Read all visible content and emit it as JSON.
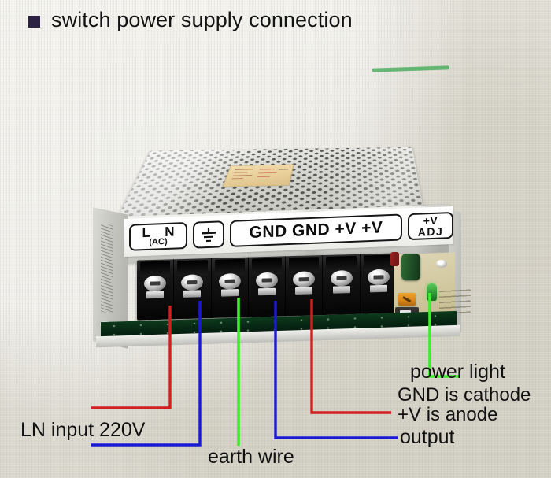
{
  "header": {
    "bullet_icon": "square-bullet-icon",
    "title": "switch power supply connection"
  },
  "device": {
    "type": "switching-power-supply",
    "label_strip": {
      "ac_box": {
        "line1": "L  N",
        "line2": "(AC)"
      },
      "earth_box": {
        "icon": "earth-ground-icon"
      },
      "output_box": {
        "text": "GND GND  +V +V"
      },
      "adjust_box": {
        "line1": "+V",
        "line2": "ADJ"
      }
    },
    "terminal_count": 7,
    "terminals": [
      {
        "index": 1,
        "marker_color": "#d21f1f"
      },
      {
        "index": 2,
        "marker_color": "#1a1ad6"
      },
      {
        "index": 3,
        "marker_color": "#3bef2b"
      },
      {
        "index": 4,
        "marker_color": "#1a1ad6"
      },
      {
        "index": 5,
        "marker_color": "#d21f1f"
      },
      {
        "index": 6,
        "marker_color": "none"
      },
      {
        "index": 7,
        "marker_color": "none"
      }
    ],
    "indicator_led": {
      "name": "power-led",
      "color": "#2f9a38"
    },
    "trimmer": {
      "name": "voltage-adjust-trimmer",
      "color": "#d7841a"
    }
  },
  "annotations": [
    {
      "id": "ln-input",
      "text": "LN input 220V",
      "color": "#d21f1f"
    },
    {
      "id": "earth-wire",
      "text": "earth wire",
      "color": "#3bef2b"
    },
    {
      "id": "power-light",
      "text": "power light",
      "color": "#3bef2b"
    },
    {
      "id": "gnd-cathode",
      "text": "GND is cathode",
      "color": "#d21f1f"
    },
    {
      "id": "pv-anode",
      "text": "+V is anode",
      "color": "#d21f1f"
    },
    {
      "id": "output",
      "text": "output",
      "color": "#1a1ad6"
    }
  ],
  "colors": {
    "background": "#deddd3",
    "red": "#d21f1f",
    "blue": "#1a1ad6",
    "green": "#3bef2b",
    "bullet": "#2b2143",
    "text": "#101010"
  }
}
